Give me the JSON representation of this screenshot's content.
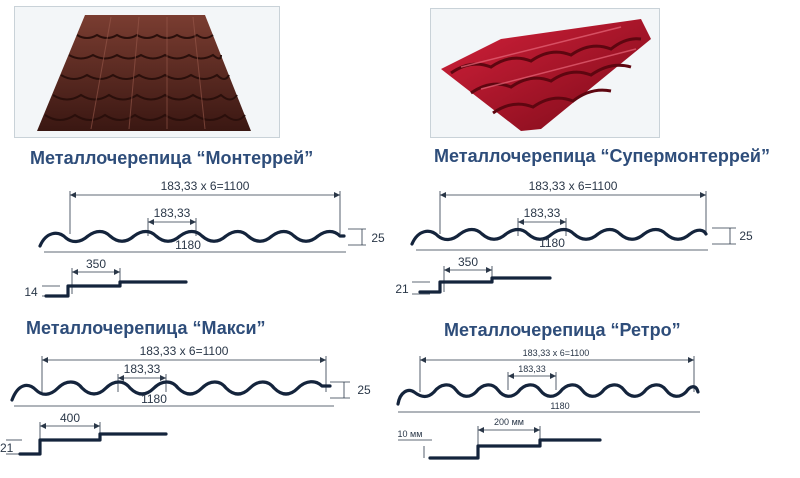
{
  "products": [
    {
      "title": "Металлочерепица “Монтеррей”",
      "photo_color": "#5a2a22",
      "total_label": "183,33 х 6=1100",
      "step_label": "183,33",
      "width_label": "1180",
      "height_label": "25",
      "step_len_label": "350",
      "step_height_label": "14"
    },
    {
      "title": "Металлочерепица “Супермонтеррей”",
      "photo_color": "#b3122a",
      "total_label": "183,33 х 6=1100",
      "step_label": "183,33",
      "width_label": "1180",
      "height_label": "25",
      "step_len_label": "350",
      "step_height_label": "21"
    },
    {
      "title": "Металлочерепица “Макси”",
      "total_label": "183,33 х 6=1100",
      "step_label": "183,33",
      "width_label": "1180",
      "height_label": "25",
      "step_len_label": "400",
      "step_height_label": "21"
    },
    {
      "title": "Металлочерепица “Ретро”",
      "total_label": "183,33 х 6=1100",
      "step_label": "183,33",
      "width_label": "1180",
      "step_len_label": "200 мм",
      "step_height_label": "10 мм"
    }
  ]
}
